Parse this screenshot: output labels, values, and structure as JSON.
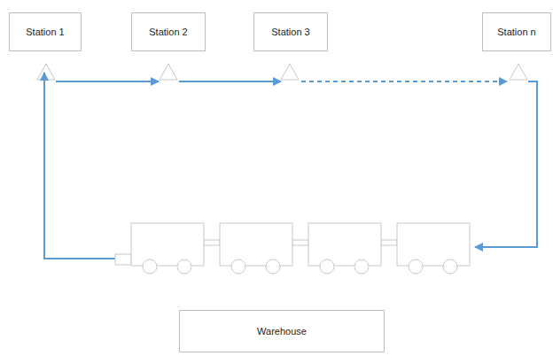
{
  "diagram": {
    "nodes": [
      {
        "text": [
          "Station 1"
        ]
      },
      {
        "text": [
          "Station 2"
        ]
      },
      {
        "text": [
          "Station 3"
        ]
      },
      {
        "text": [
          "Station n"
        ]
      },
      {
        "text": [
          "Warehouse"
        ]
      }
    ],
    "edges": [
      {
        "from": 0,
        "to": 1,
        "arrow": "to"
      },
      {
        "from": 1,
        "to": 2,
        "arrow": "to"
      },
      {
        "from": 2,
        "to": 3,
        "arrow": "to"
      }
    ]
  }
}
